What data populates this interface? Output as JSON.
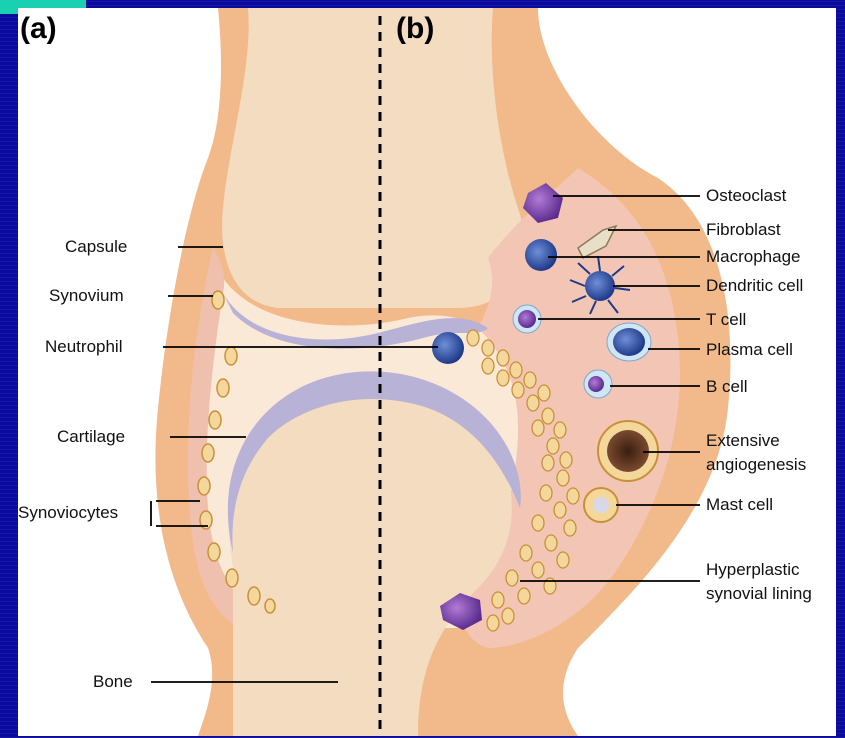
{
  "panels": {
    "a": "(a)",
    "b": "(b)"
  },
  "left_labels": {
    "capsule": "Capsule",
    "synovium": "Synovium",
    "neutrophil": "Neutrophil",
    "cartilage": "Cartilage",
    "synoviocytes": "Synoviocytes",
    "bone": "Bone"
  },
  "right_labels": {
    "osteoclast": "Osteoclast",
    "fibroblast": "Fibroblast",
    "macrophage": "Macrophage",
    "dendritic_cell": "Dendritic cell",
    "t_cell": "T cell",
    "plasma_cell": "Plasma cell",
    "b_cell": "B cell",
    "angiogenesis_line1": "Extensive",
    "angiogenesis_line2": "angiogenesis",
    "mast_cell": "Mast cell",
    "hyperplastic_line1": "Hyperplastic",
    "hyperplastic_line2": "synovial lining"
  },
  "colors": {
    "capsule": "#f2b98a",
    "bone": "#f3dcbf",
    "cartilage": "#b8b2d6",
    "synovial_space": "#fbe9d8",
    "inflamed_synovium": "#f3c5b5",
    "background": "#0a0a9e",
    "accent": "#19d1b0"
  }
}
